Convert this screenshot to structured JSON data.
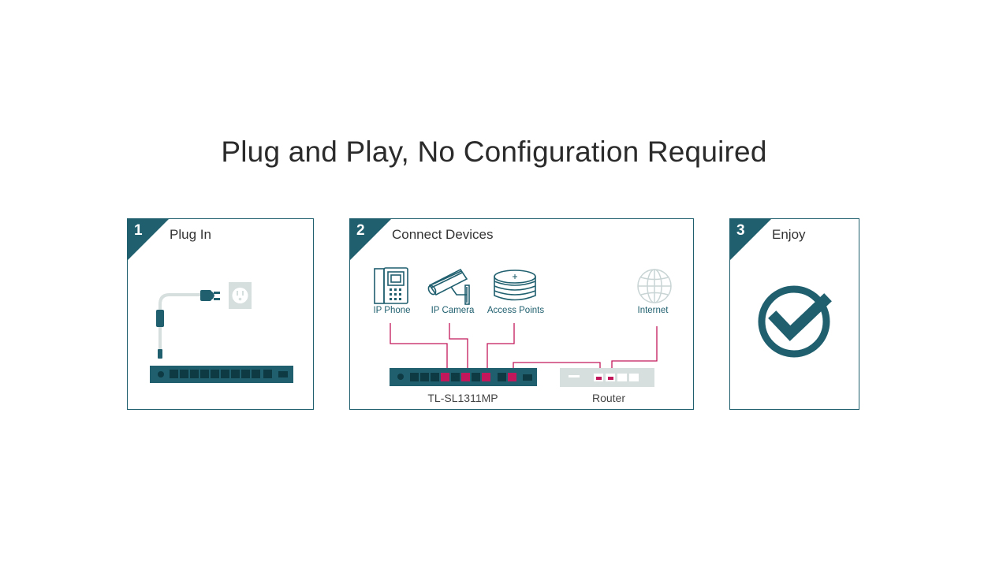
{
  "page": {
    "title": "Plug and Play, No Configuration Required"
  },
  "steps": [
    {
      "number": "1",
      "label": "Plug In"
    },
    {
      "number": "2",
      "label": "Connect Devices"
    },
    {
      "number": "3",
      "label": "Enjoy"
    }
  ],
  "devices": {
    "ip_phone": "IP Phone",
    "ip_camera": "IP Camera",
    "access_points": "Access Points",
    "internet": "Internet"
  },
  "captions": {
    "switch_model": "TL-SL1311MP",
    "router": "Router"
  },
  "colors": {
    "teal": "#1f5f6e",
    "accent": "#c2185b",
    "light_gray": "#d7dede"
  },
  "icons": [
    "power-plug-icon",
    "wall-outlet-icon",
    "network-switch-icon",
    "ip-phone-icon",
    "ip-camera-icon",
    "access-point-icon",
    "globe-icon",
    "router-icon",
    "checkmark-icon"
  ]
}
